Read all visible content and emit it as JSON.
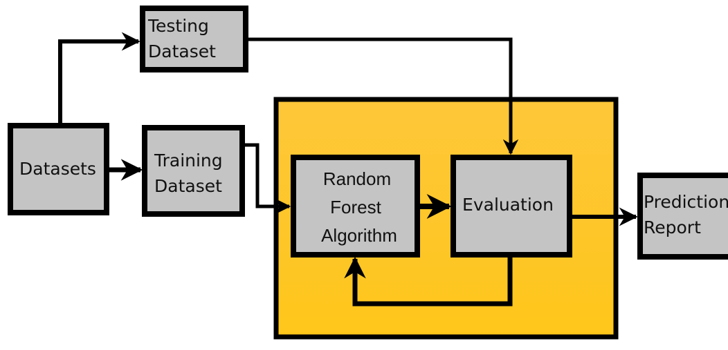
{
  "colors": {
    "box_fill": "#c4c4c4",
    "container_fill": "#fec828",
    "stroke": "#000000"
  },
  "nodes": {
    "datasets": "Datasets",
    "testing": [
      "Testing",
      "Dataset"
    ],
    "training": [
      "Training",
      "Dataset"
    ],
    "random_forest": [
      "Random",
      "Forest",
      "Algorithm"
    ],
    "evaluation": "Evaluation",
    "prediction": [
      "Prediction",
      "Report"
    ]
  }
}
